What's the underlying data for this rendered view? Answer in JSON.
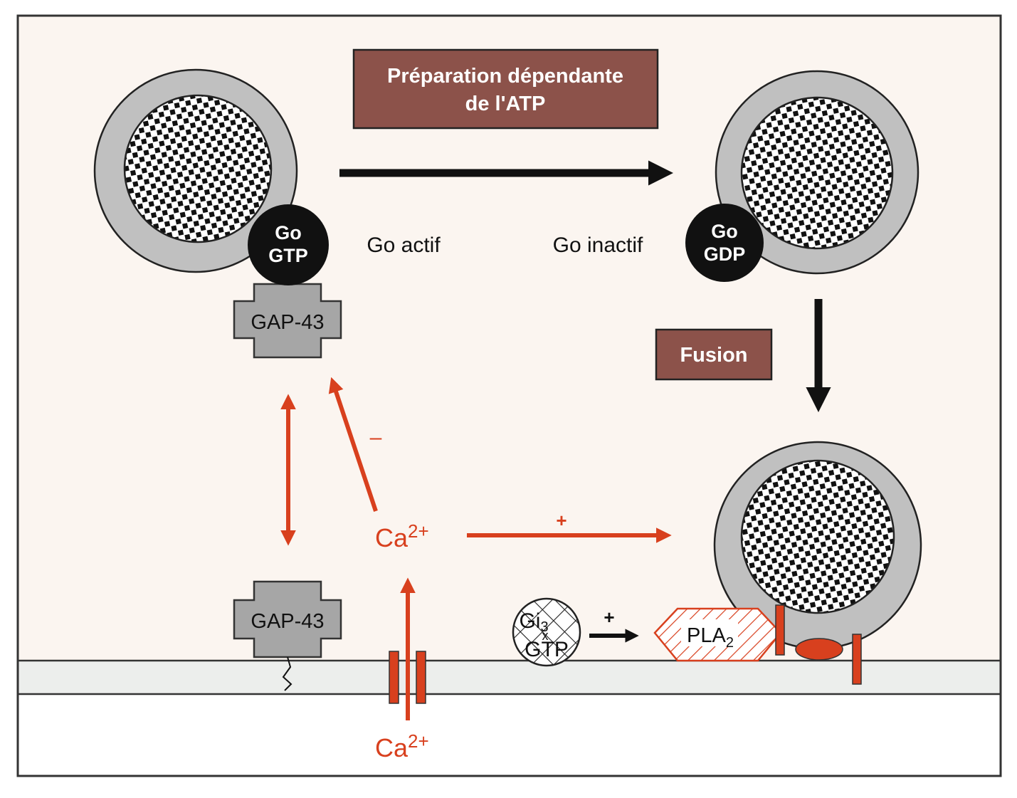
{
  "boxes": {
    "atp_line1": "Préparation dépendante",
    "atp_line2": "de l'ATP",
    "fusion": "Fusion"
  },
  "go_top_left": {
    "line1": "Go",
    "line2": "GTP"
  },
  "go_top_right": {
    "line1": "Go",
    "line2": "GDP"
  },
  "labels": {
    "go_actif": "Go actif",
    "go_inactif": "Go inactif",
    "minus": "–",
    "plus_ca": "+",
    "plus_gi": "+"
  },
  "gap43": {
    "bound": "GAP-43",
    "membrane": "GAP-43"
  },
  "calcium": {
    "inside_base": "Ca",
    "inside_sup": "2+",
    "outside_base": "Ca",
    "outside_sup": "2+"
  },
  "gi3": {
    "line1_base": "Gi",
    "line1_sub": "3",
    "line2": "GTP",
    "marker": "x"
  },
  "pla2": {
    "base": "PLA",
    "sub": "2"
  },
  "colors": {
    "background": "#fbf5f0",
    "extracellular": "#ffffff",
    "membrane": "#eceeec",
    "brown_box": "#8c524a",
    "red": "#d8401e",
    "vesicle_ring": "#c0c0c0",
    "gap_fill": "#a6a6a6",
    "black": "#111111"
  }
}
